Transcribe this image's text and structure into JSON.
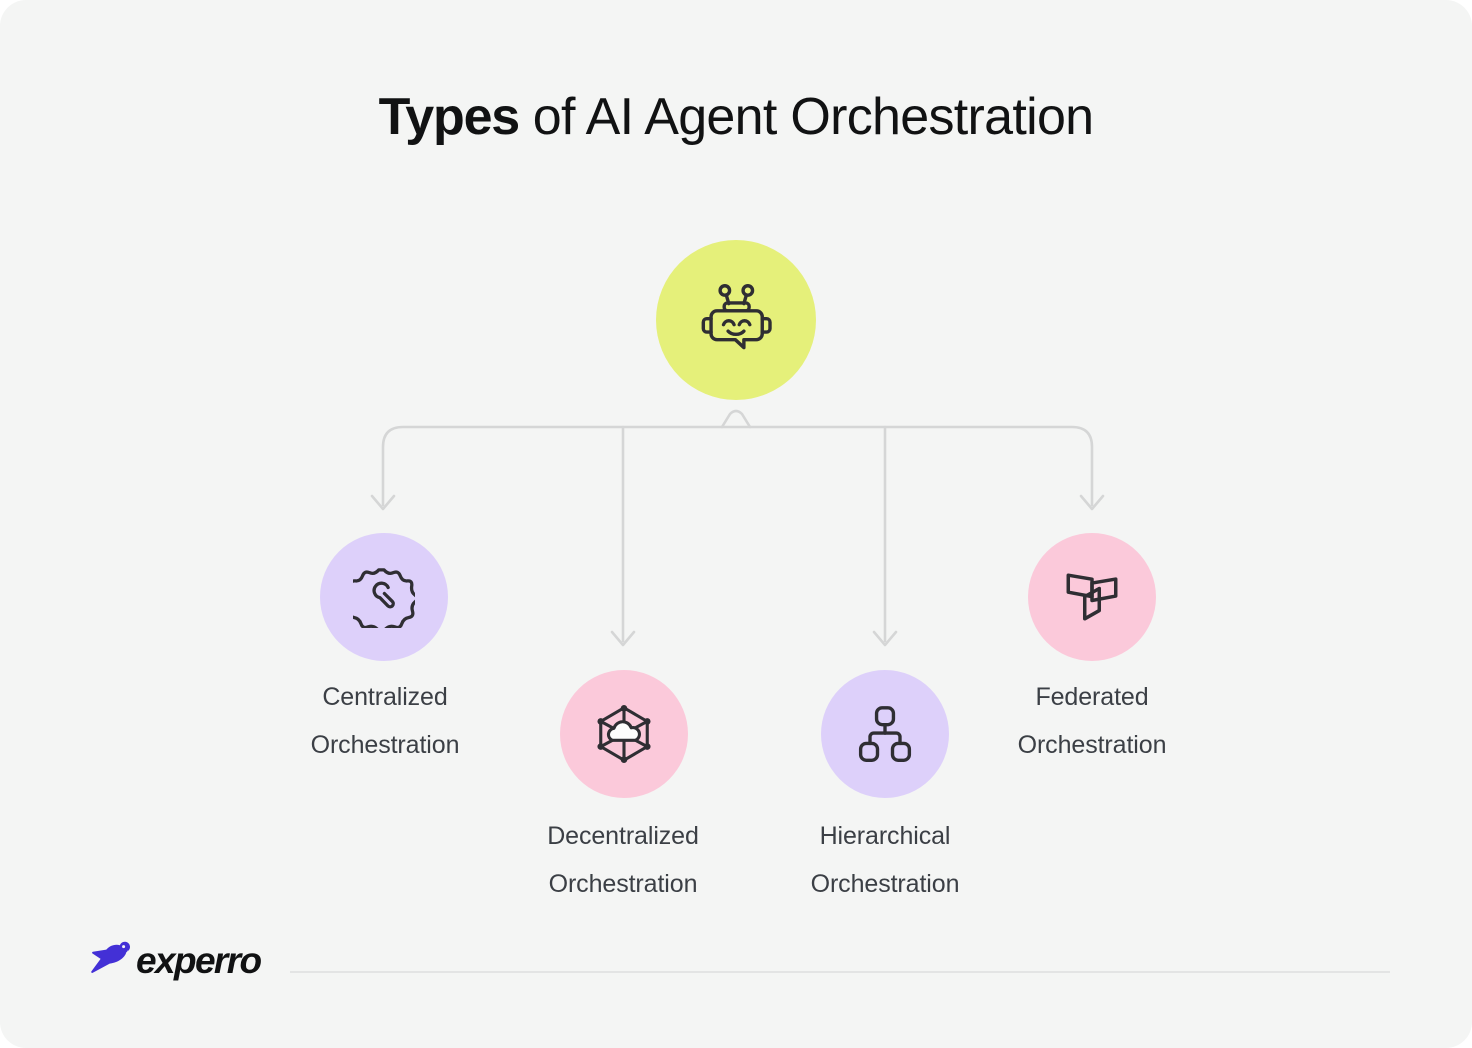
{
  "page": {
    "background": "#ffffff",
    "card_background": "#f4f5f4"
  },
  "header": {
    "title_strong": "Types",
    "title_rest": " of AI Agent Orchestration"
  },
  "diagram": {
    "type": "hierarchy",
    "root": {
      "icon": "robot-icon",
      "circle_color": "#e5f07a",
      "label": ""
    },
    "children": [
      {
        "icon": "gear-wrench-icon",
        "circle_color": "#ddd0fa",
        "label_line1": "Centralized",
        "label_line2": "Orchestration"
      },
      {
        "icon": "mesh-network-cloud-icon",
        "circle_color": "#fbc9da",
        "label_line1": "Decentralized",
        "label_line2": "Orchestration"
      },
      {
        "icon": "hierarchy-sitemap-icon",
        "circle_color": "#ddd0fa",
        "label_line1": "Hierarchical",
        "label_line2": "Orchestration"
      },
      {
        "icon": "three-pronged-cube-icon",
        "circle_color": "#fbc9da",
        "label_line1": "Federated",
        "label_line2": "Orchestration"
      }
    ],
    "connector_color": "#d5d6d6",
    "icon_stroke_color": "#2f2e33"
  },
  "footer": {
    "brand": "experro",
    "brand_mark": "bird-icon",
    "brand_mark_color": "#4330d6",
    "divider_color": "#e3e4e4"
  }
}
